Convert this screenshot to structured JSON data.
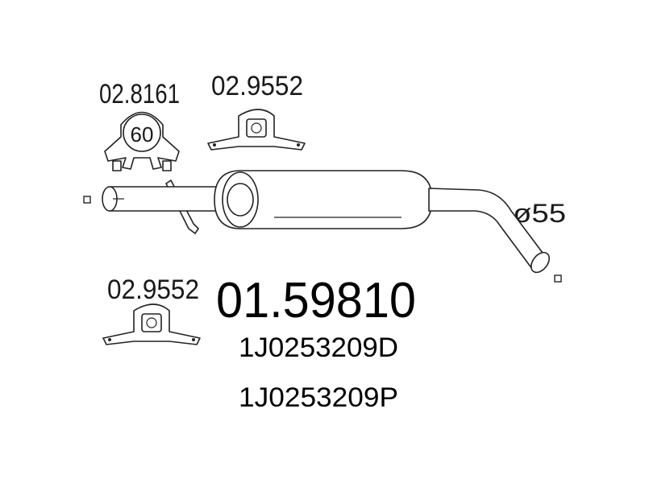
{
  "parts": {
    "clamp_code": "02.8161",
    "clamp_size": "60",
    "mount_top_code": "02.9552",
    "mount_bottom_code": "02.9552"
  },
  "main": {
    "part_number": "01.59810",
    "oem_1": "1J0253209D",
    "oem_2": "1J0253209P"
  },
  "pipe": {
    "diameter_label": "ø55"
  },
  "colors": {
    "line": "#222222",
    "text": "#000000",
    "background": "#ffffff"
  }
}
